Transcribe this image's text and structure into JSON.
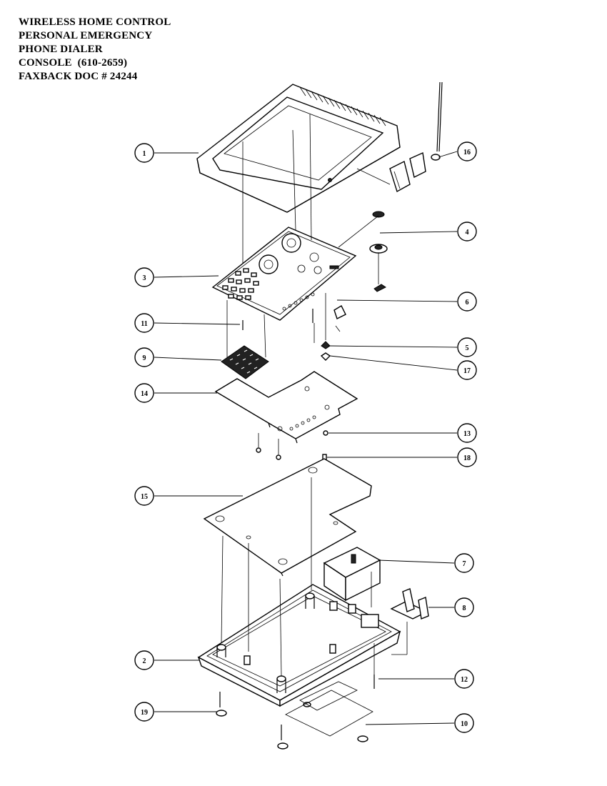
{
  "title": {
    "lines": [
      "WIRELESS HOME CONTROL",
      "PERSONAL EMERGENCY",
      "PHONE DIALER",
      "CONSOLE  (610-2659)",
      "FAXBACK DOC # 24244"
    ]
  },
  "callouts": [
    "1",
    "16",
    "4",
    "3",
    "6",
    "11",
    "5",
    "9",
    "17",
    "14",
    "13",
    "18",
    "15",
    "7",
    "8",
    "2",
    "12",
    "19",
    "10"
  ]
}
